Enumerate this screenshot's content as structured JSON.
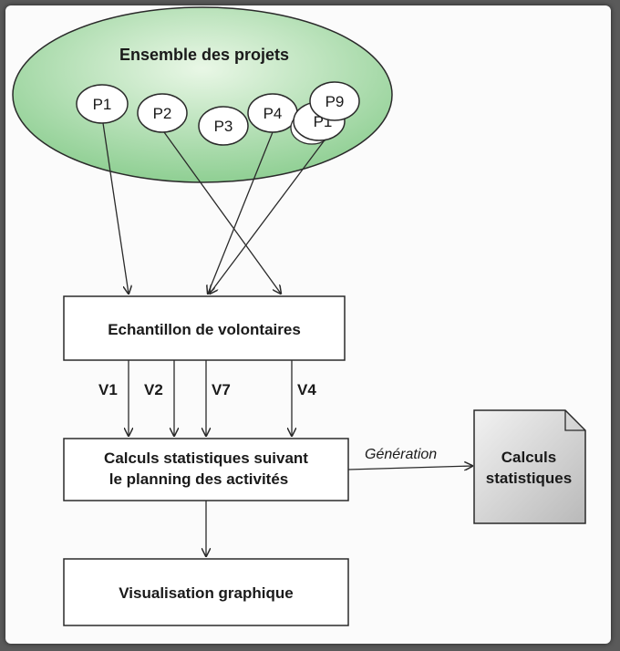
{
  "ensemble": {
    "title": "Ensemble des projets",
    "projects": [
      "P1",
      "P2",
      "P3",
      "P4",
      "P9",
      "P1"
    ]
  },
  "boxes": {
    "echantillon": "Echantillon de volontaires",
    "calculs_line1": "Calculs statistiques suivant",
    "calculs_line2": "le planning des activités",
    "visualisation": "Visualisation graphique"
  },
  "volunteers": [
    "V1",
    "V2",
    "V7",
    "V4"
  ],
  "generation_label": "Génération",
  "document": {
    "line1": "Calculs",
    "line2": "statistiques"
  },
  "colors": {
    "ellipse_fill": "#9fd6a0",
    "document_fill": "#d4d4d4",
    "stroke": "#2a2a2a"
  }
}
